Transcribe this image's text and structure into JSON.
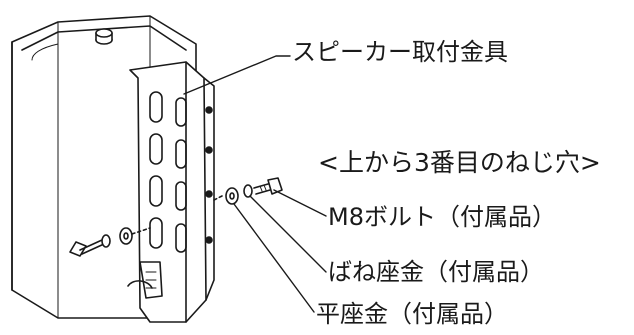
{
  "labels": {
    "speaker_bracket": "スピーカー取付金具",
    "screw_hole": "<上から3番目のねじ穴>",
    "m8_bolt": "M8ボルト（付属品）",
    "spring_washer": "ばね座金（付属品）",
    "flat_washer": "平座金（付属品）"
  },
  "colors": {
    "line": "#1a1a1a",
    "body_fill": "#ffffff",
    "background": "#ffffff"
  }
}
